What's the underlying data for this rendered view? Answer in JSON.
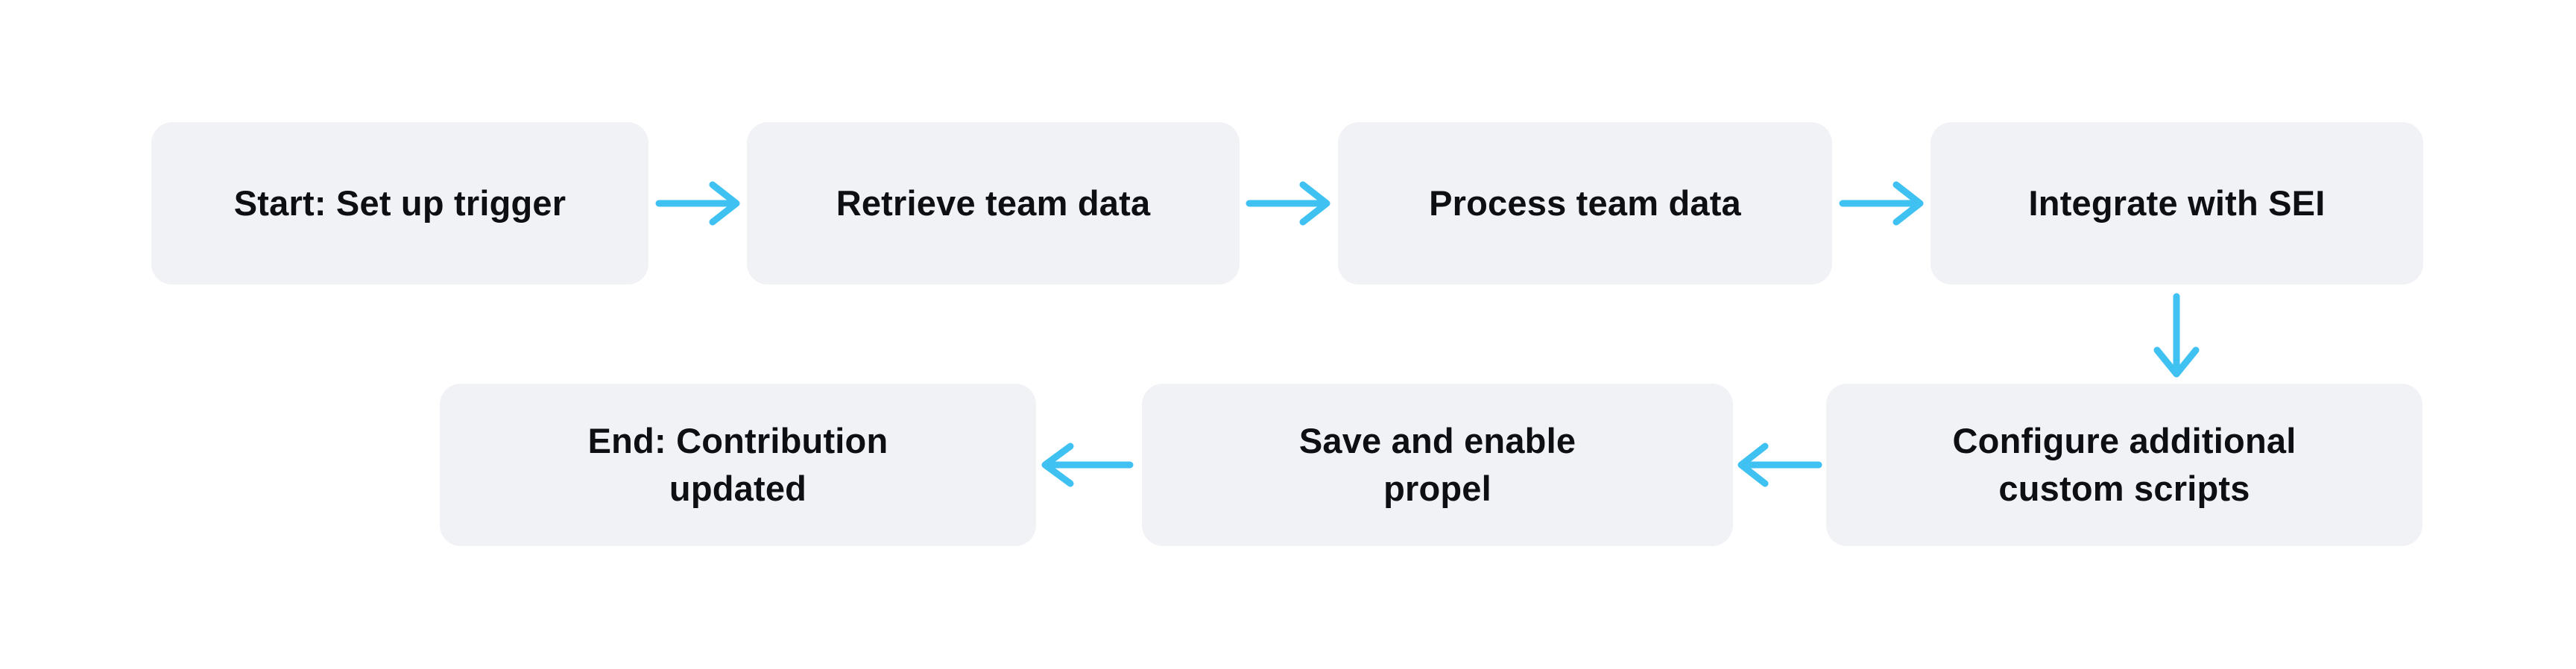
{
  "diagram": {
    "type": "flowchart",
    "nodes": [
      {
        "id": "start",
        "label": "Start: Set up trigger"
      },
      {
        "id": "retrieve",
        "label": "Retrieve team data"
      },
      {
        "id": "process",
        "label": "Process team data"
      },
      {
        "id": "integrate",
        "label": "Integrate with SEI"
      },
      {
        "id": "configure",
        "label": "Configure additional\ncustom scripts"
      },
      {
        "id": "save",
        "label": "Save and enable\npropel"
      },
      {
        "id": "end",
        "label": "End: Contribution\nupdated"
      }
    ],
    "edges": [
      {
        "from": "start",
        "to": "retrieve",
        "direction": "right"
      },
      {
        "from": "retrieve",
        "to": "process",
        "direction": "right"
      },
      {
        "from": "process",
        "to": "integrate",
        "direction": "right"
      },
      {
        "from": "integrate",
        "to": "configure",
        "direction": "down"
      },
      {
        "from": "configure",
        "to": "save",
        "direction": "left"
      },
      {
        "from": "save",
        "to": "end",
        "direction": "left"
      }
    ],
    "colors": {
      "canvas_background": "#ffffff",
      "node_fill": "#f1f2f6",
      "node_text": "#0e0f13",
      "arrow": "#3fc1f2"
    }
  }
}
